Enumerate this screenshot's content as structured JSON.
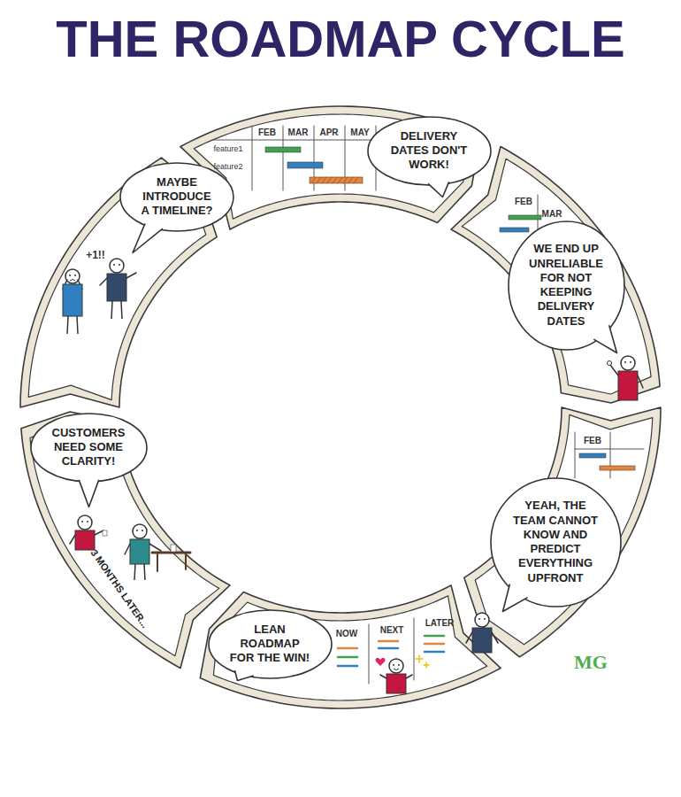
{
  "diagram": {
    "title": "THE ROADMAP CYCLE",
    "nodes": [
      {
        "text": [
          "DELIVERY DATES DON'T WORK!"
        ]
      },
      {
        "text": [
          "WE END UP UNRELIABLE FOR NOT KEEPING DELIVERY DATES"
        ]
      },
      {
        "text": [
          "YEAH, THE TEAM CANNOT KNOW AND PREDICT EVERYTHING UPFRONT"
        ]
      },
      {
        "text": [
          "LEAN ROADMAP FOR THE WIN!"
        ]
      },
      {
        "text": [
          "CUSTOMERS NEED SOME CLARITY!"
        ]
      },
      {
        "text": [
          "MAYBE INTRODUCE A TIMELINE?"
        ]
      }
    ],
    "labels": [
      "feature1",
      "feature2",
      "FEB",
      "MAR",
      "APR",
      "MAY",
      "FEB",
      "MAR",
      "FEB",
      "NOW",
      "NEXT",
      "LATER",
      "+1!!",
      "3 MONTHS LATER...",
      "MG"
    ]
  }
}
